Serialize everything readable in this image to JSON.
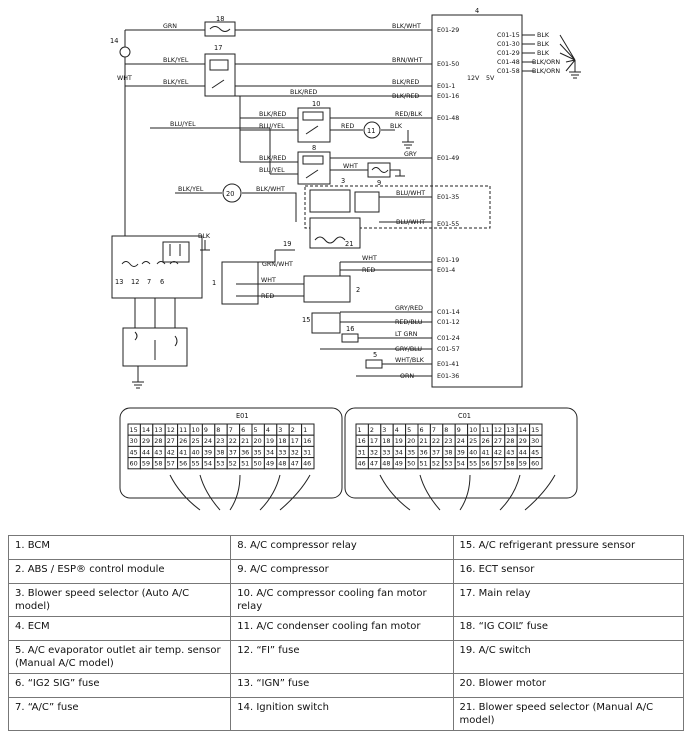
{
  "diagram": {
    "wires": {
      "grn": "GRN",
      "wht": "WHT",
      "blk_yel_a": "BLK/YEL",
      "blk_yel_b": "BLK/YEL",
      "blk_yel_c": "BLK/YEL",
      "blu_yel_a": "BLU/YEL",
      "blu_yel_b": "BLU/YEL",
      "blu_yel_c": "BLU/YEL",
      "blk_wht_a": "BLK/WHT",
      "blk_wht_b": "BLK/WHT",
      "brn_wht": "BRN/WHT",
      "blk_red_a": "BLK/RED",
      "blk_red_b": "BLK/RED",
      "blk_red_c": "BLK/RED",
      "blk_red_d": "BLK/RED",
      "red_blk": "RED/BLK",
      "red_a": "RED",
      "blk_a": "BLK",
      "gry": "GRY",
      "wht_b": "WHT",
      "blk_c": "BLK",
      "blu_wht_a": "BLU/WHT",
      "blu_wht_b": "BLU/WHT",
      "grn_wht": "GRN/WHT",
      "wht_c": "WHT",
      "red_c": "RED",
      "wht_d": "WHT",
      "red_d": "RED",
      "gry_red": "GRY/RED",
      "red_blu": "RED/BLU",
      "lt_grn": "LT GRN",
      "gry_blu": "GRY/BLU",
      "wht_blk": "WHT/BLK",
      "orn": "ORN",
      "blk_1": "BLK",
      "blk_2": "BLK",
      "blk_3": "BLK",
      "blk_orn_1": "BLK/ORN",
      "blk_orn_2": "BLK/ORN"
    },
    "terminals": {
      "e01_29": "E01-29",
      "e01_50": "E01-50",
      "e01_1": "E01-1",
      "e01_16": "E01-16",
      "e01_48": "E01-48",
      "e01_49": "E01-49",
      "e01_35": "E01-35",
      "e01_55": "E01-55",
      "e01_19": "E01-19",
      "e01_4": "E01-4",
      "c01_14": "C01-14",
      "c01_12": "C01-12",
      "c01_24": "C01-24",
      "c01_57": "C01-57",
      "e01_41": "E01-41",
      "e01_36": "E01-36",
      "c01_15": "C01-15",
      "c01_30": "C01-30",
      "c01_29": "C01-29",
      "c01_48": "C01-48",
      "c01_58": "C01-58",
      "v12": "12V",
      "v5": "5V"
    },
    "callouts": {
      "n1": "1",
      "n2": "2",
      "n3": "3",
      "n4": "4",
      "n5": "5",
      "n6": "6",
      "n7": "7",
      "n8": "8",
      "n9": "9",
      "n10": "10",
      "n11": "11",
      "n12": "12",
      "n13": "13",
      "n14": "14",
      "n15": "15",
      "n16": "16",
      "n17": "17",
      "n18": "18",
      "n19": "19",
      "n20": "20",
      "n21": "21"
    },
    "connector_e01": {
      "label": "E01",
      "rows": [
        [
          "15",
          "14",
          "13",
          "12",
          "11",
          "10",
          "9",
          "8",
          "7",
          "6",
          "5",
          "4",
          "3",
          "2",
          "1"
        ],
        [
          "30",
          "29",
          "28",
          "27",
          "26",
          "25",
          "24",
          "23",
          "22",
          "21",
          "20",
          "19",
          "18",
          "17",
          "16"
        ],
        [
          "45",
          "44",
          "43",
          "42",
          "41",
          "40",
          "39",
          "38",
          "37",
          "36",
          "35",
          "34",
          "33",
          "32",
          "31"
        ],
        [
          "60",
          "59",
          "58",
          "57",
          "56",
          "55",
          "54",
          "53",
          "52",
          "51",
          "50",
          "49",
          "48",
          "47",
          "46"
        ]
      ]
    },
    "connector_c01": {
      "label": "C01",
      "rows": [
        [
          "1",
          "2",
          "3",
          "4",
          "5",
          "6",
          "7",
          "8",
          "9",
          "10",
          "11",
          "12",
          "13",
          "14",
          "15"
        ],
        [
          "16",
          "17",
          "18",
          "19",
          "20",
          "21",
          "22",
          "23",
          "24",
          "25",
          "26",
          "27",
          "28",
          "29",
          "30"
        ],
        [
          "31",
          "32",
          "33",
          "34",
          "35",
          "36",
          "37",
          "38",
          "39",
          "40",
          "41",
          "42",
          "43",
          "44",
          "45"
        ],
        [
          "46",
          "47",
          "48",
          "49",
          "50",
          "51",
          "52",
          "53",
          "54",
          "55",
          "56",
          "57",
          "58",
          "59",
          "60"
        ]
      ]
    }
  },
  "legend": [
    [
      "1. BCM",
      "8. A/C compressor relay",
      "15. A/C refrigerant pressure sensor"
    ],
    [
      "2. ABS / ESP® control module",
      "9. A/C compressor",
      "16. ECT sensor"
    ],
    [
      "3. Blower speed selector (Auto A/C model)",
      "10. A/C compressor cooling fan motor relay",
      "17. Main relay"
    ],
    [
      "4. ECM",
      "11. A/C condenser cooling fan motor",
      "18. “IG COIL” fuse"
    ],
    [
      "5. A/C evaporator outlet air temp. sensor (Manual A/C model)",
      "12. “FI” fuse",
      "19. A/C switch"
    ],
    [
      "6. “IG2 SIG” fuse",
      "13. “IGN” fuse",
      "20. Blower motor"
    ],
    [
      "7. “A/C” fuse",
      "14. Ignition switch",
      "21. Blower speed selector (Manual A/C model)"
    ]
  ]
}
